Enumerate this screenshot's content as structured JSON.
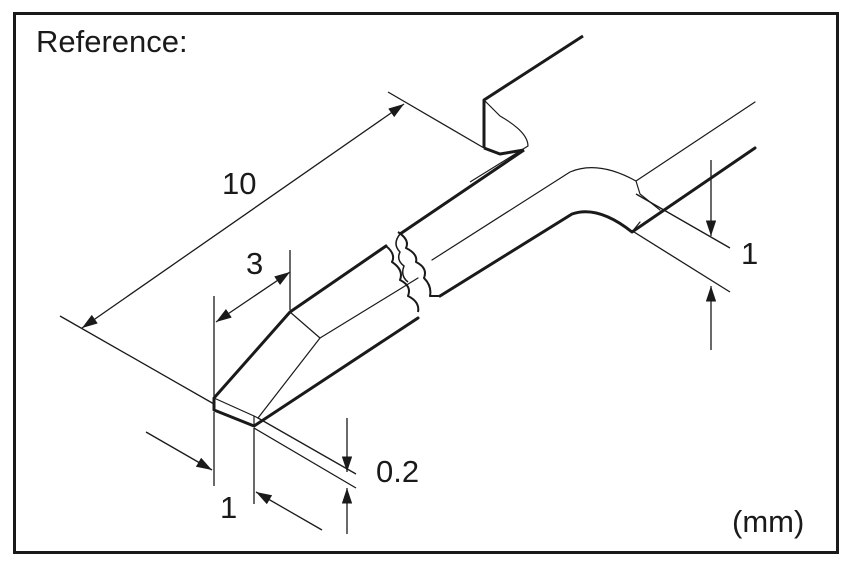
{
  "title": "Reference:",
  "unit": "(mm)",
  "dimensions": {
    "overall_length": "10",
    "chamfer_length": "3",
    "tip_width": "1",
    "tip_thickness": "0.2",
    "wire_thickness": "1"
  },
  "colors": {
    "line": "#1a1a1a",
    "thin_line": "#333333",
    "background": "#ffffff"
  },
  "icons": [
    "arrowhead-icon"
  ]
}
